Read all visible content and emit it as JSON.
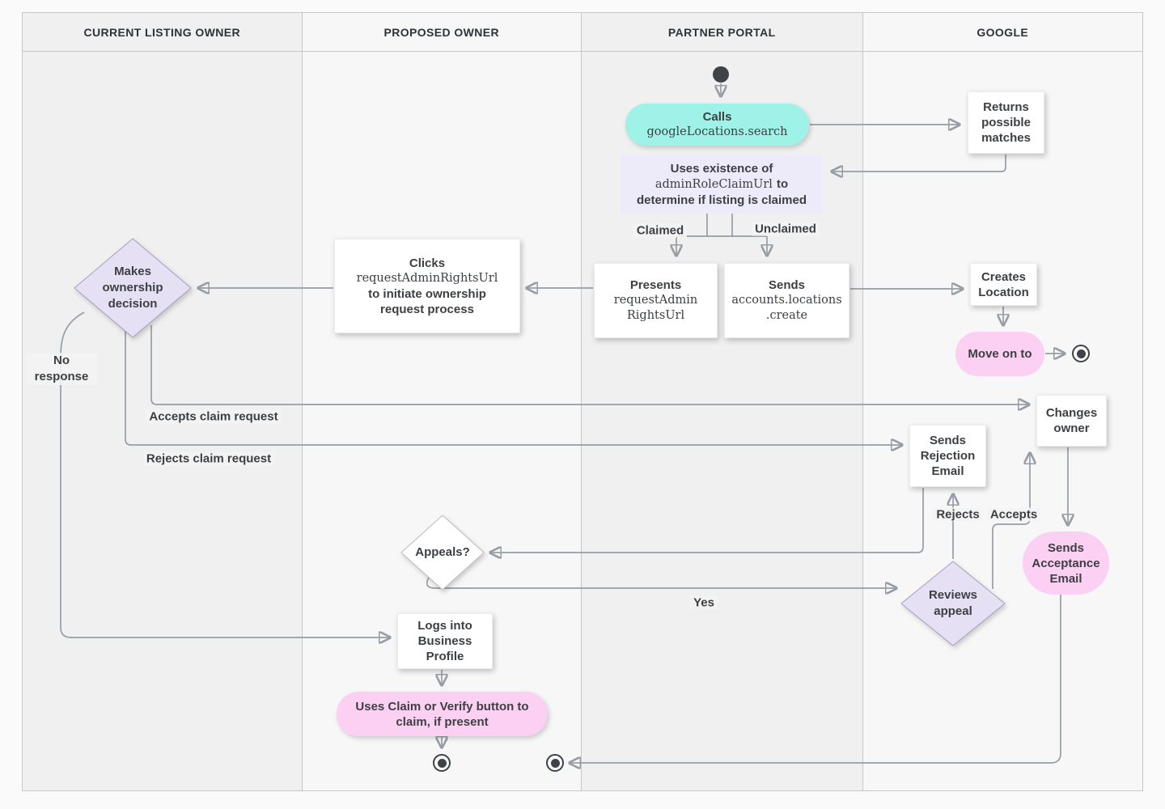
{
  "lanes": [
    {
      "label": "CURRENT LISTING OWNER"
    },
    {
      "label": "PROPOSED OWNER"
    },
    {
      "label": "PARTNER PORTAL"
    },
    {
      "label": "GOOGLE"
    }
  ],
  "nodes": {
    "calls": {
      "title": "Calls",
      "code": "googleLocations.search"
    },
    "returns": {
      "text": "Returns possible matches"
    },
    "uses": {
      "line1": "Uses existence of",
      "code": "adminRoleClaimUrl",
      "line2_suffix": "to",
      "line3": "determine if listing is claimed"
    },
    "clicks": {
      "title": "Clicks",
      "code": "requestAdminRightsUrl",
      "line3": "to initiate ownership",
      "line4": "request process"
    },
    "presents": {
      "title": "Presents",
      "code1": "requestAdmin",
      "code2": "RightsUrl"
    },
    "sends_create": {
      "title": "Sends",
      "code1": "accounts.locations",
      "code2": ".create"
    },
    "creates_location": {
      "text": "Creates Location"
    },
    "move_on": {
      "text": "Move on to"
    },
    "makes_decision": {
      "text": "Makes ownership decision"
    },
    "sends_rejection": {
      "text": "Sends Rejection Email"
    },
    "changes_owner": {
      "text": "Changes owner"
    },
    "appeals": {
      "text": "Appeals?"
    },
    "reviews": {
      "text": "Reviews appeal"
    },
    "sends_acceptance": {
      "text": "Sends Acceptance Email"
    },
    "logs_into": {
      "text": "Logs into Business Profile"
    },
    "uses_claim": {
      "text": "Uses Claim or Verify button to claim, if present"
    }
  },
  "edge_labels": {
    "claimed": "Claimed",
    "unclaimed": "Unclaimed",
    "no_response": "No response",
    "accepts_claim": "Accepts claim request",
    "rejects_claim": "Rejects claim request",
    "yes": "Yes",
    "rejects": "Rejects",
    "accepts": "Accepts"
  },
  "colors": {
    "teal_action": "#9ff2e7",
    "pink_action": "#fbd0f3",
    "lavender_note": "#edeaf9",
    "lavender_decision": "#e6e0f5",
    "connector": "#969da4",
    "text": "#3d4043"
  }
}
